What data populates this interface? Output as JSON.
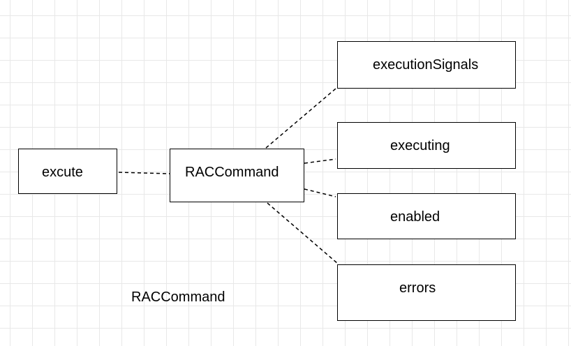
{
  "nodes": {
    "excute": "excute",
    "rac_command": "RACCommand",
    "execution_signals": "executionSignals",
    "executing": "executing",
    "enabled": "enabled",
    "errors": "errors"
  },
  "caption": "RACCommand",
  "colors": {
    "stroke": "#000000",
    "grid": "#e8e8e8",
    "background": "#ffffff"
  },
  "edge_style": "dashed"
}
